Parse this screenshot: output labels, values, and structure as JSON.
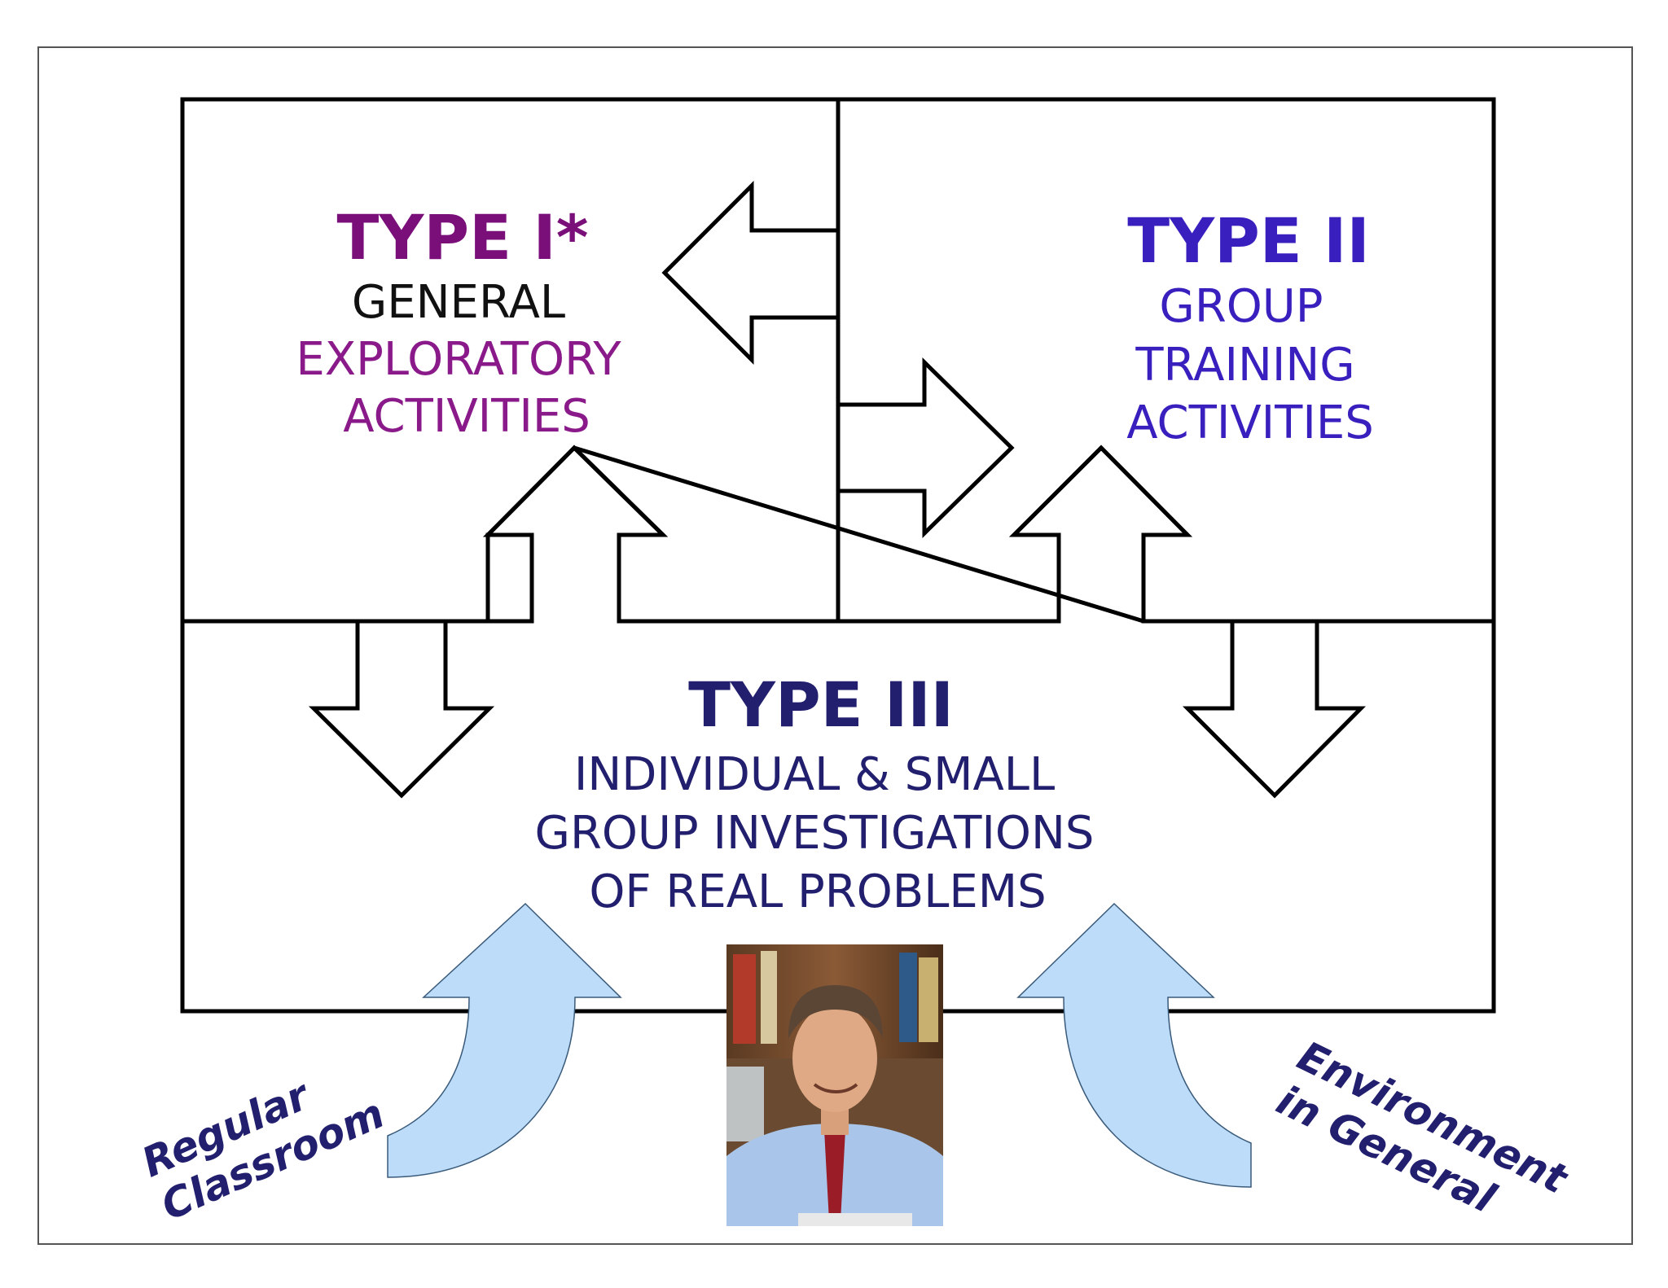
{
  "type1": {
    "title": "TYPE I*",
    "line1": "GENERAL",
    "line2": "EXPLORATORY",
    "line3": "ACTIVITIES"
  },
  "type2": {
    "title": "TYPE II",
    "line1": "GROUP",
    "line2": "TRAINING",
    "line3": "ACTIVITIES"
  },
  "type3": {
    "title": "TYPE III",
    "line1": "INDIVIDUAL & SMALL",
    "line2": "GROUP INVESTIGATIONS",
    "line3": "OF REAL PROBLEMS"
  },
  "sources": {
    "left_line1": "Regular",
    "left_line2": "Classroom",
    "right_line1": "Environment",
    "right_line2": "in General"
  },
  "colors": {
    "type1_title": "#7a0f7a",
    "type1_body": "#8a1a8a",
    "general": "#111111",
    "type2": "#3a1fbf",
    "type3": "#22206e",
    "source_arrow": "#bcdcfa",
    "outline": "#000000"
  }
}
